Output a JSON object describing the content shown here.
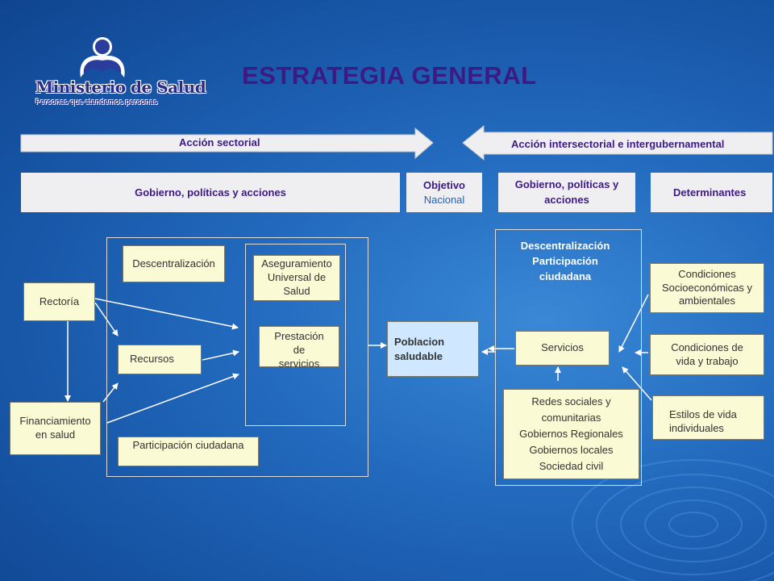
{
  "title": "ESTRATEGIA GENERAL",
  "logo": {
    "line1": "Ministerio de Salud",
    "line2": "Personas que atendemos personas"
  },
  "arrows": {
    "left": "Acción sectorial",
    "right": "Acción intersectorial e intergubernamental"
  },
  "bars": {
    "left": "Gobierno, políticas y acciones",
    "objective_line1": "Objetivo",
    "objective_line2": "Nacional",
    "middle_right": "Gobierno, políticas y acciones",
    "determinants": "Determinantes"
  },
  "left_section": {
    "rectoria": "Rectoría",
    "financiamiento": "Financiamiento en salud",
    "descentralizacion": "Descentralización",
    "recursos": "Recursos",
    "participacion": "Participación ciudadana",
    "aseguramiento": "Aseguramiento Universal de Salud",
    "prestacion": "Prestación de servicios"
  },
  "center": {
    "line1": "Poblacion",
    "line2": "saludable"
  },
  "right_section": {
    "heading_line1": "Descentralización",
    "heading_line2": "Participación",
    "heading_line3": "ciudadana",
    "servicios": "Servicios",
    "redes_line1": "Redes sociales y comunitarias",
    "redes_line2": "Gobiernos Regionales",
    "redes_line3": "Gobiernos locales",
    "redes_line4": "Sociedad civil"
  },
  "determinants": {
    "condiciones_socio": "Condiciones Socioeconómicas y ambientales",
    "condiciones_vida": "Condiciones de vida y trabajo",
    "estilos": "Estilos de vida individuales"
  },
  "colors": {
    "background": "#2269bd",
    "title": "#3d1a83",
    "box_fill": "#fafad4",
    "center_fill": "#cfe8ff",
    "bar_fill": "#efeff1",
    "objective_accent": "#1c63b7"
  }
}
